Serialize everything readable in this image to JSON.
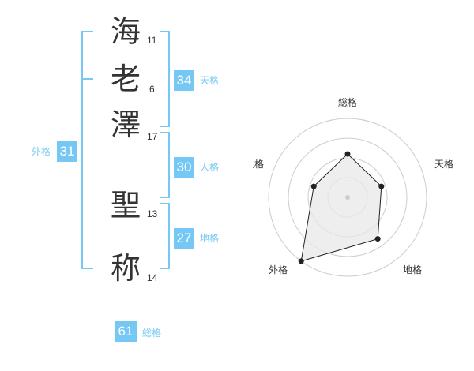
{
  "accent_color": "#76c8f4",
  "name": {
    "characters": [
      {
        "char": "海",
        "strokes": "11"
      },
      {
        "char": "老",
        "strokes": "6"
      },
      {
        "char": "澤",
        "strokes": "17"
      },
      {
        "char": "聖",
        "strokes": "13"
      },
      {
        "char": "称",
        "strokes": "14"
      }
    ]
  },
  "fortunes": {
    "tenkaku": {
      "label": "天格",
      "value": "34"
    },
    "jinkaku": {
      "label": "人格",
      "value": "30"
    },
    "chikaku": {
      "label": "地格",
      "value": "27"
    },
    "gaikaku": {
      "label": "外格",
      "value": "31"
    },
    "soukaku": {
      "label": "総格",
      "value": "61"
    }
  },
  "radar": {
    "axes": [
      "総格",
      "天格",
      "地格",
      "外格",
      "人格"
    ],
    "values": [
      0.55,
      0.45,
      0.65,
      1.0,
      0.45
    ]
  }
}
